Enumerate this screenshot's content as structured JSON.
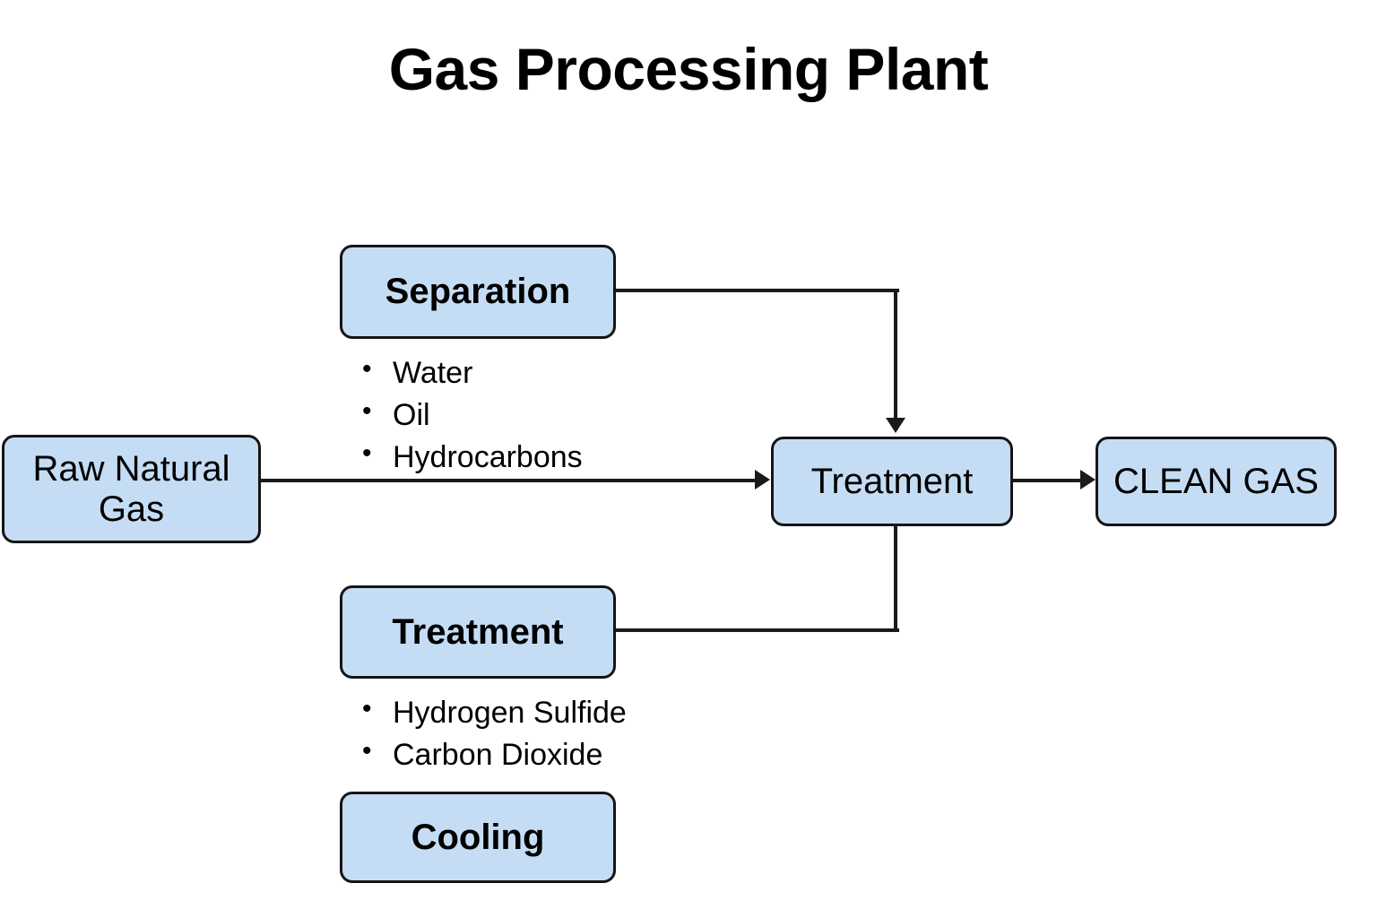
{
  "page": {
    "title": "Gas Processing Plant",
    "background_color": "#ffffff",
    "node_fill_color": "#c5ddf4",
    "node_border_color": "#151515",
    "text_color": "#000000",
    "connector_color": "#1a1a1a"
  },
  "nodes": {
    "separation": {
      "label": "Separation"
    },
    "raw_gas": {
      "label": "Raw Natural Gas"
    },
    "treatment_main": {
      "label": "Treatment"
    },
    "clean_gas": {
      "label": "CLEAN GAS"
    },
    "treatment_lower": {
      "label": "Treatment"
    },
    "cooling": {
      "label": "Cooling"
    }
  },
  "lists": {
    "separation_outputs": [
      "Water",
      "Oil",
      "Hydrocarbons"
    ],
    "treatment_removals": [
      "Hydrogen Sulfide",
      "Carbon Dioxide"
    ]
  },
  "connectors": [
    {
      "from": "raw_gas",
      "to": "treatment_main",
      "arrow": true
    },
    {
      "from": "treatment_main",
      "to": "clean_gas",
      "arrow": true
    },
    {
      "from": "separation",
      "to": "treatment_main",
      "arrow": true
    },
    {
      "from": "treatment_lower",
      "to": "treatment_main",
      "arrow": false
    }
  ]
}
